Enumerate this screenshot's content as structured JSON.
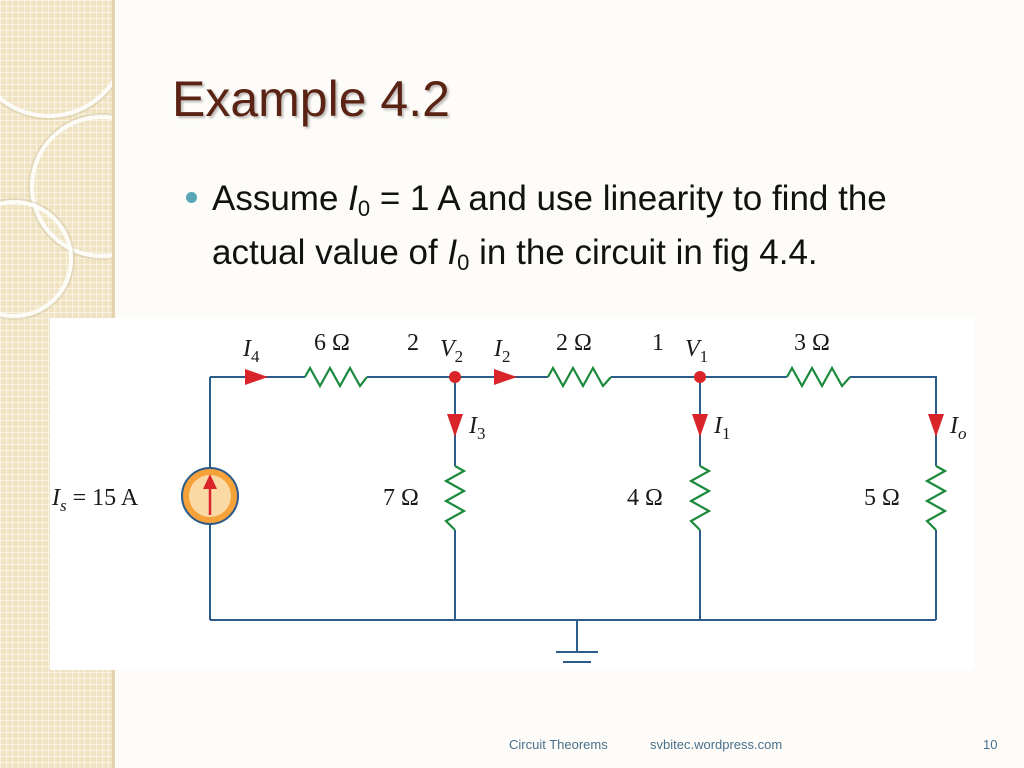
{
  "slide": {
    "title": "Example 4.2",
    "bullet": {
      "p1": "Assume ",
      "var1": "I",
      "sub1": "0",
      "p2": " = 1 A and use linearity to find the  actual value of ",
      "var2": "I",
      "sub2": "0",
      "p3": " in the circuit in fig 4.4."
    }
  },
  "circuit": {
    "source_label": "= 15 A",
    "source_symbol": "I",
    "source_sub": "s",
    "resistors": {
      "r_top_left": "6 Ω",
      "r_top_mid": "2 Ω",
      "r_top_right": "3 Ω",
      "r_branch_v2": "7 Ω",
      "r_branch_v1": "4 Ω",
      "r_branch_out": "5 Ω"
    },
    "nodes": {
      "node2_number": "2",
      "node1_number": "1",
      "v2_symbol": "V",
      "v2_sub": "2",
      "v1_symbol": "V",
      "v1_sub": "1"
    },
    "currents": {
      "i4_symbol": "I",
      "i4_sub": "4",
      "i2_symbol": "I",
      "i2_sub": "2",
      "i3_symbol": "I",
      "i3_sub": "3",
      "i1_symbol": "I",
      "i1_sub": "1",
      "io_symbol": "I",
      "io_sub": "o"
    },
    "colors": {
      "wire": "#2d5b8a",
      "resistor": "#1c8a3c",
      "arrow": "#d9252a"
    }
  },
  "footer": {
    "chapter": "Circuit Theorems",
    "site": "svbitec.wordpress.com",
    "page": "10"
  }
}
